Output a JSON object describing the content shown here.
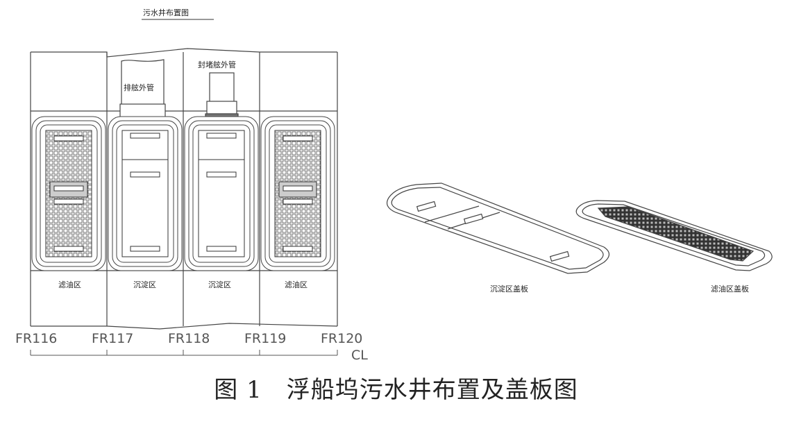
{
  "plan": {
    "title": "污水井布置图",
    "pipe_labels": [
      "排舷外管",
      "封堵舷外管"
    ],
    "zone_labels": [
      "滤油区",
      "沉淀区",
      "沉淀区",
      "滤油区"
    ],
    "frame_labels": [
      "FR116",
      "FR117",
      "FR118",
      "FR119",
      "FR120"
    ],
    "centerline_label": "CL"
  },
  "covers": {
    "left_label": "沉淀区盖板",
    "right_label": "滤油区盖板"
  },
  "caption": "图 1　浮船坞污水井布置及盖板图"
}
